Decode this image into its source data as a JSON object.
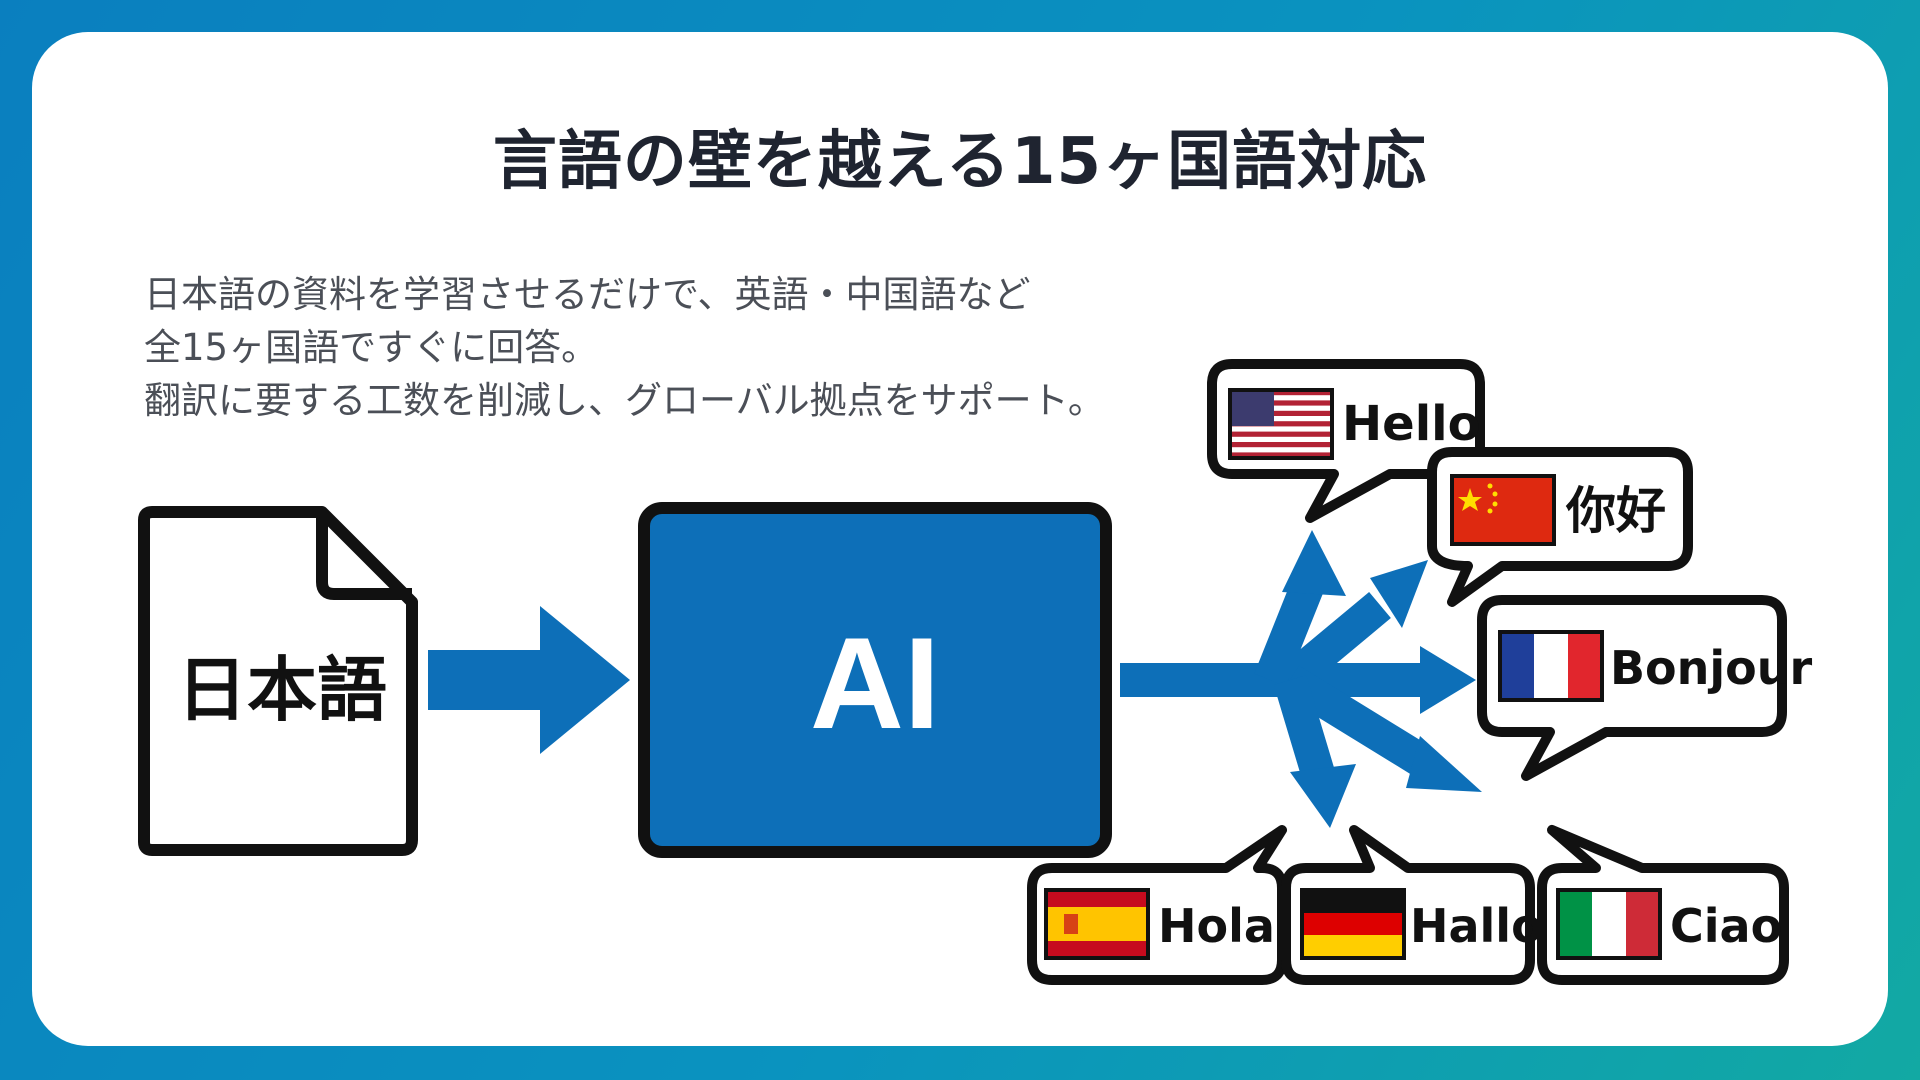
{
  "title": "言語の壁を越える15ヶ国語対応",
  "description": [
    "日本語の資料を学習させるだけで、英語・中国語など",
    "全15ヶ国語ですぐに回答。",
    "翻訳に要する工数を削減し、グローバル拠点をサポート。"
  ],
  "diagram": {
    "source_doc_label": "日本語",
    "ai_label": "AI",
    "colors": {
      "accent": "#0d6fb8",
      "border": "#111111",
      "bg_start": "#0a7fbf",
      "bg_end": "#12a9a3"
    },
    "bubbles": [
      {
        "label": "Hello",
        "flag": "us-flag-icon"
      },
      {
        "label": "你好",
        "flag": "cn-flag-icon"
      },
      {
        "label": "Bonjour",
        "flag": "fr-flag-icon"
      },
      {
        "label": "Hola",
        "flag": "es-flag-icon"
      },
      {
        "label": "Hallo",
        "flag": "de-flag-icon"
      },
      {
        "label": "Ciao",
        "flag": "it-flag-icon"
      }
    ]
  }
}
